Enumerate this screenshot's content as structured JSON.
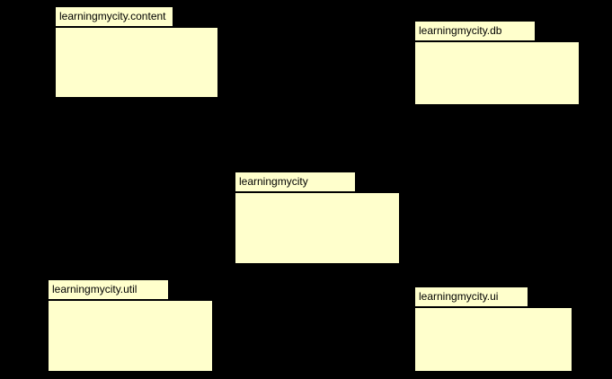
{
  "diagram": {
    "background_color": "#000000",
    "package_fill_color": "#ffffcc",
    "packages": [
      {
        "id": "content",
        "name": "learningmycity.content"
      },
      {
        "id": "db",
        "name": "learningmycity.db"
      },
      {
        "id": "root",
        "name": "learningmycity"
      },
      {
        "id": "util",
        "name": "learningmycity.util"
      },
      {
        "id": "ui",
        "name": "learningmycity.ui"
      }
    ]
  }
}
